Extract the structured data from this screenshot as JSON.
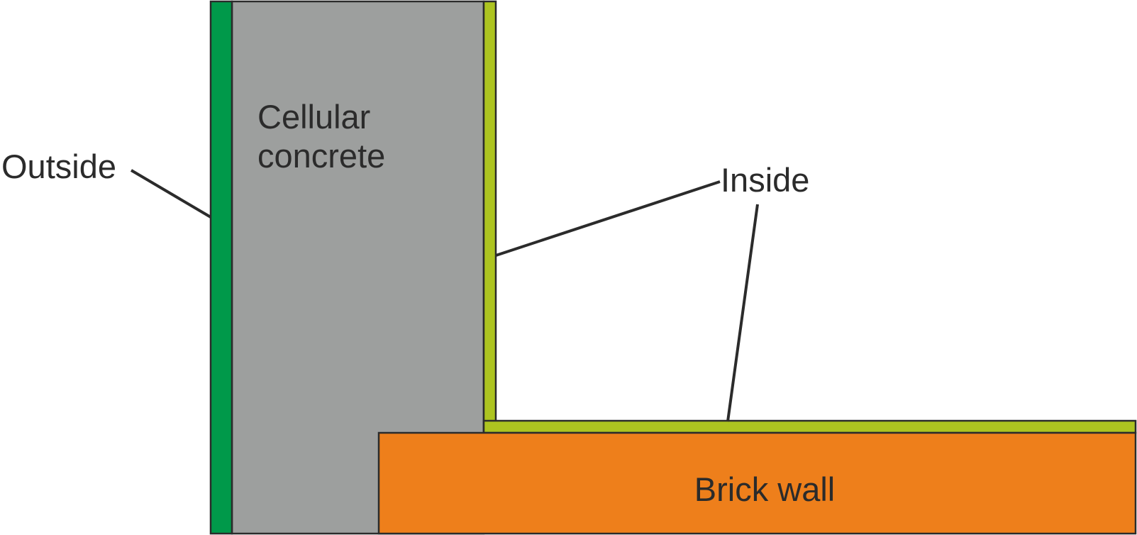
{
  "labels": {
    "outside": "Outside",
    "cellular_line1": "Cellular",
    "cellular_line2": "concrete",
    "inside": "Inside",
    "brick": "Brick wall"
  },
  "colors": {
    "outer_layer": "#00994a",
    "cellular_concrete": "#9d9f9e",
    "inner_layer": "#adc420",
    "brick_wall": "#ee7f1b",
    "line": "#2b2b2b"
  }
}
